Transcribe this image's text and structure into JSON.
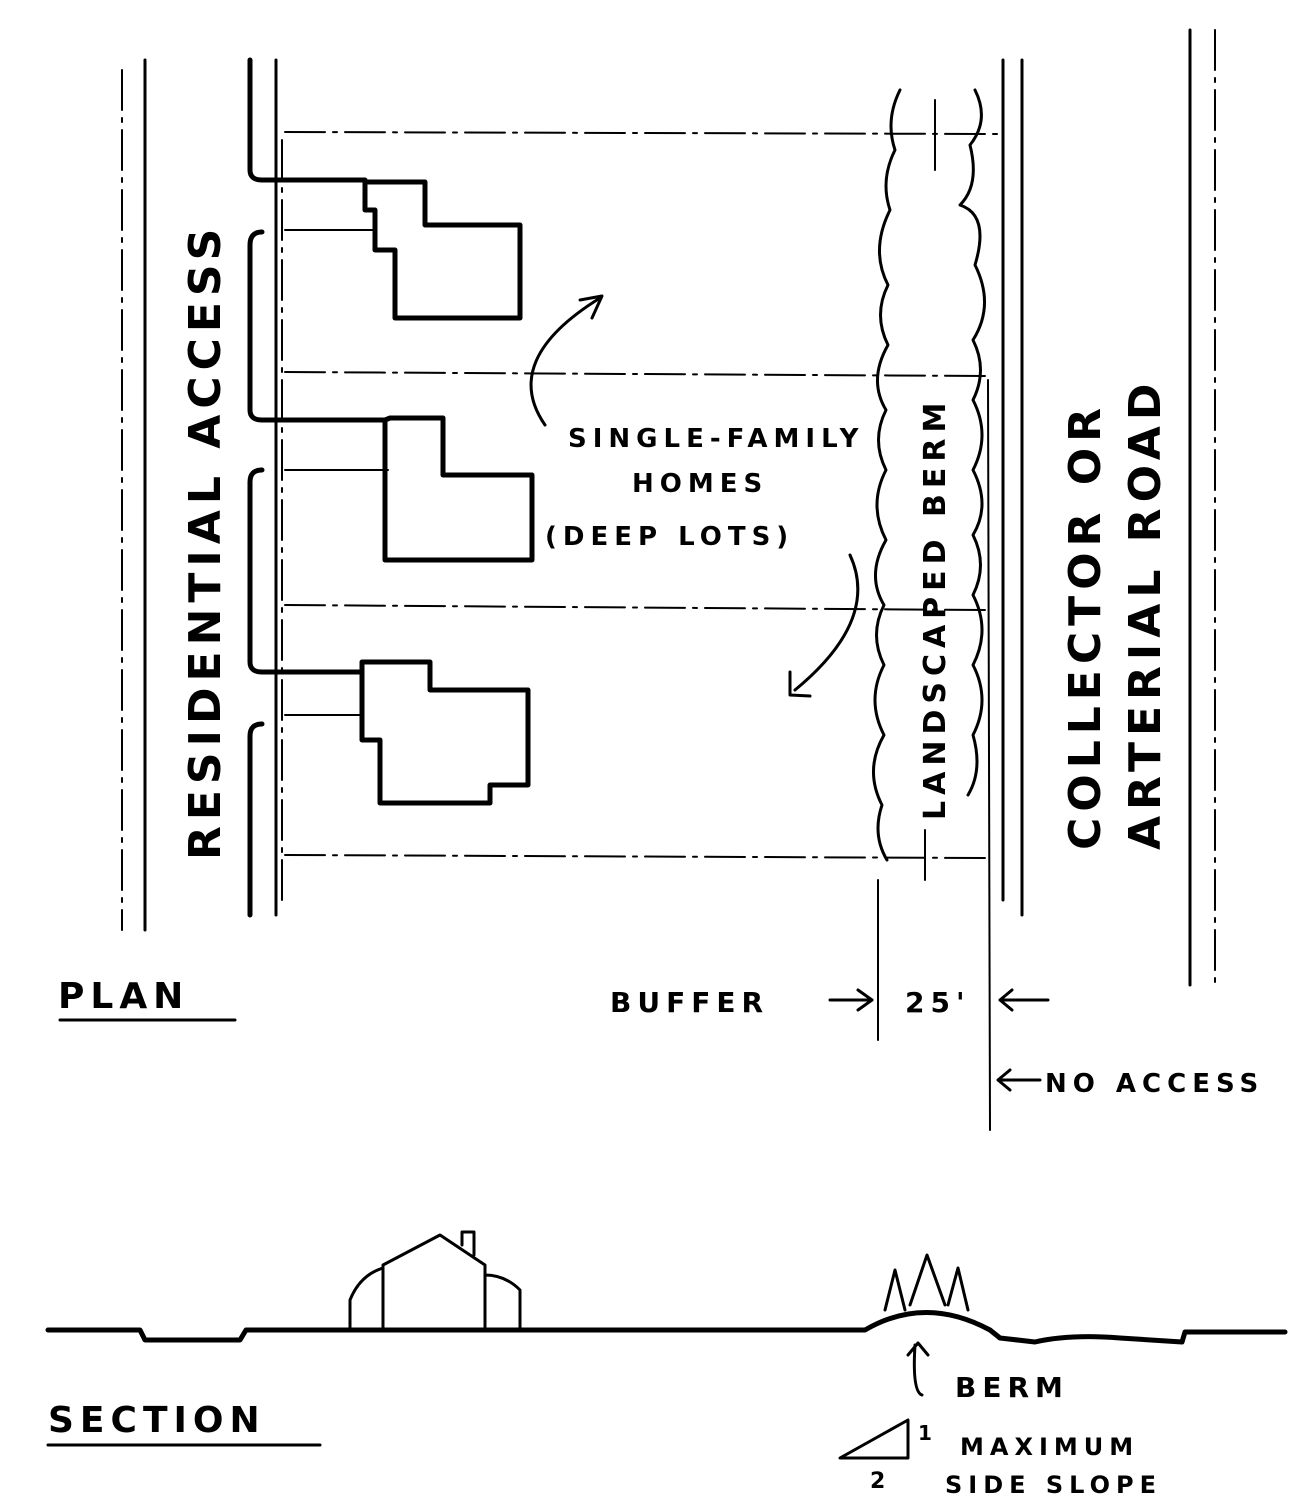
{
  "plan": {
    "title": "PLAN",
    "left_road_label": "RESIDENTIAL ACCESS",
    "right_road_label_1": "COLLECTOR OR",
    "right_road_label_2": "ARTERIAL ROAD",
    "homes_label_1": "SINGLE-FAMILY",
    "homes_label_2": "HOMES",
    "homes_label_3": "(DEEP LOTS)",
    "berm_label": "LANDSCAPED BERM",
    "buffer_label": "BUFFER",
    "buffer_width": "25'",
    "no_access_label": "NO ACCESS"
  },
  "section": {
    "title": "SECTION",
    "berm_label": "BERM",
    "slope_rise": "1",
    "slope_run": "2",
    "slope_label_1": "MAXIMUM",
    "slope_label_2": "SIDE SLOPE"
  }
}
